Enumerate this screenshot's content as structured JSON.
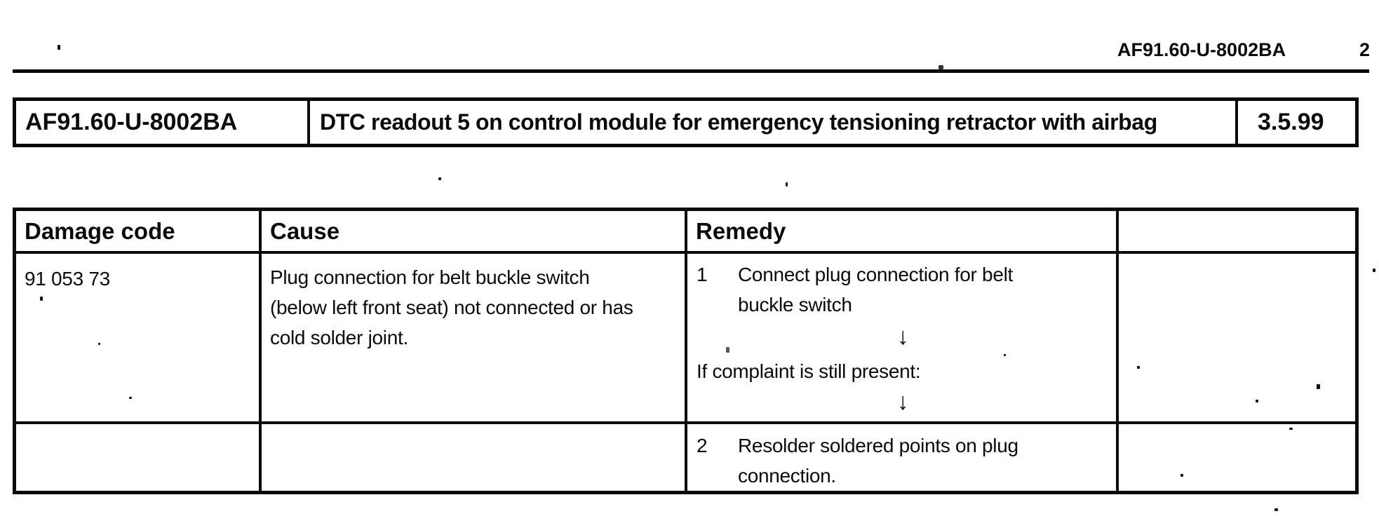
{
  "page_header": {
    "document_code": "AF91.60-U-8002BA",
    "page_number": "2"
  },
  "title_bar": {
    "document_code": "AF91.60-U-8002BA",
    "title": "DTC readout 5 on control module for emergency tensioning retractor with airbag",
    "date": "3.5.99"
  },
  "table": {
    "headers": {
      "damage_code": "Damage code",
      "cause": "Cause",
      "remedy": "Remedy",
      "extra": ""
    },
    "row1": {
      "damage_code": "91 053 73",
      "cause_line1": "Plug connection for belt buckle switch",
      "cause_line2": "(below left front seat) not connected or has",
      "cause_line3": "cold solder joint.",
      "remedy_step_number": "1",
      "remedy_step_line1": "Connect plug connection for belt",
      "remedy_step_line2": "buckle switch",
      "condition": "If complaint is still present:"
    },
    "row2": {
      "remedy_step_number": "2",
      "remedy_step_line1": "Resolder soldered points on plug",
      "remedy_step_line2": "connection."
    }
  },
  "icons": {
    "arrow_down": "↓"
  }
}
